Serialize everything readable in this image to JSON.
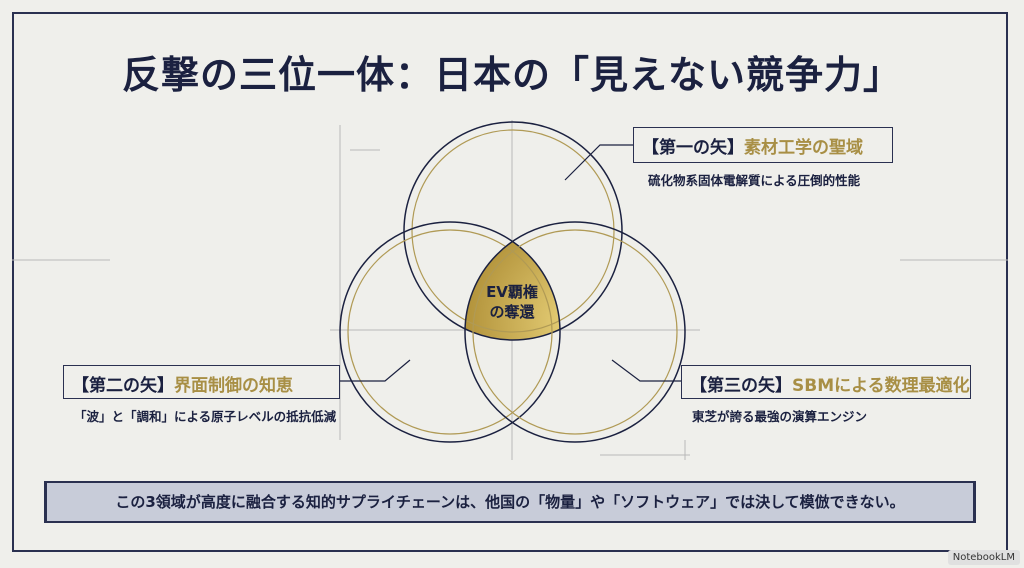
{
  "title": "反撃の三位一体：日本の「見えない競争力」",
  "center": {
    "line1": "EV覇権",
    "line2": "の奪還"
  },
  "arrows": [
    {
      "key": "【第一の矢】",
      "value": "素材工学の聖域",
      "description": "硫化物系固体電解質による圧倒的性能"
    },
    {
      "key": "【第二の矢】",
      "value": "界面制御の知恵",
      "description": "「波」と「調和」による原子レベルの抵抗低減"
    },
    {
      "key": "【第三の矢】",
      "value": "SBMによる数理最適化",
      "description": "東芝が誇る最強の演算エンジン"
    }
  ],
  "banner": "この3領域が高度に融合する知的サプライチェーンは、他国の「物量」や「ソフトウェア」では決して模倣できない。",
  "watermark": "NotebookLM",
  "colors": {
    "navy": "#1b2140",
    "gold": "#a88f45",
    "background": "#efefeb",
    "banner": "#c8ccd9"
  }
}
